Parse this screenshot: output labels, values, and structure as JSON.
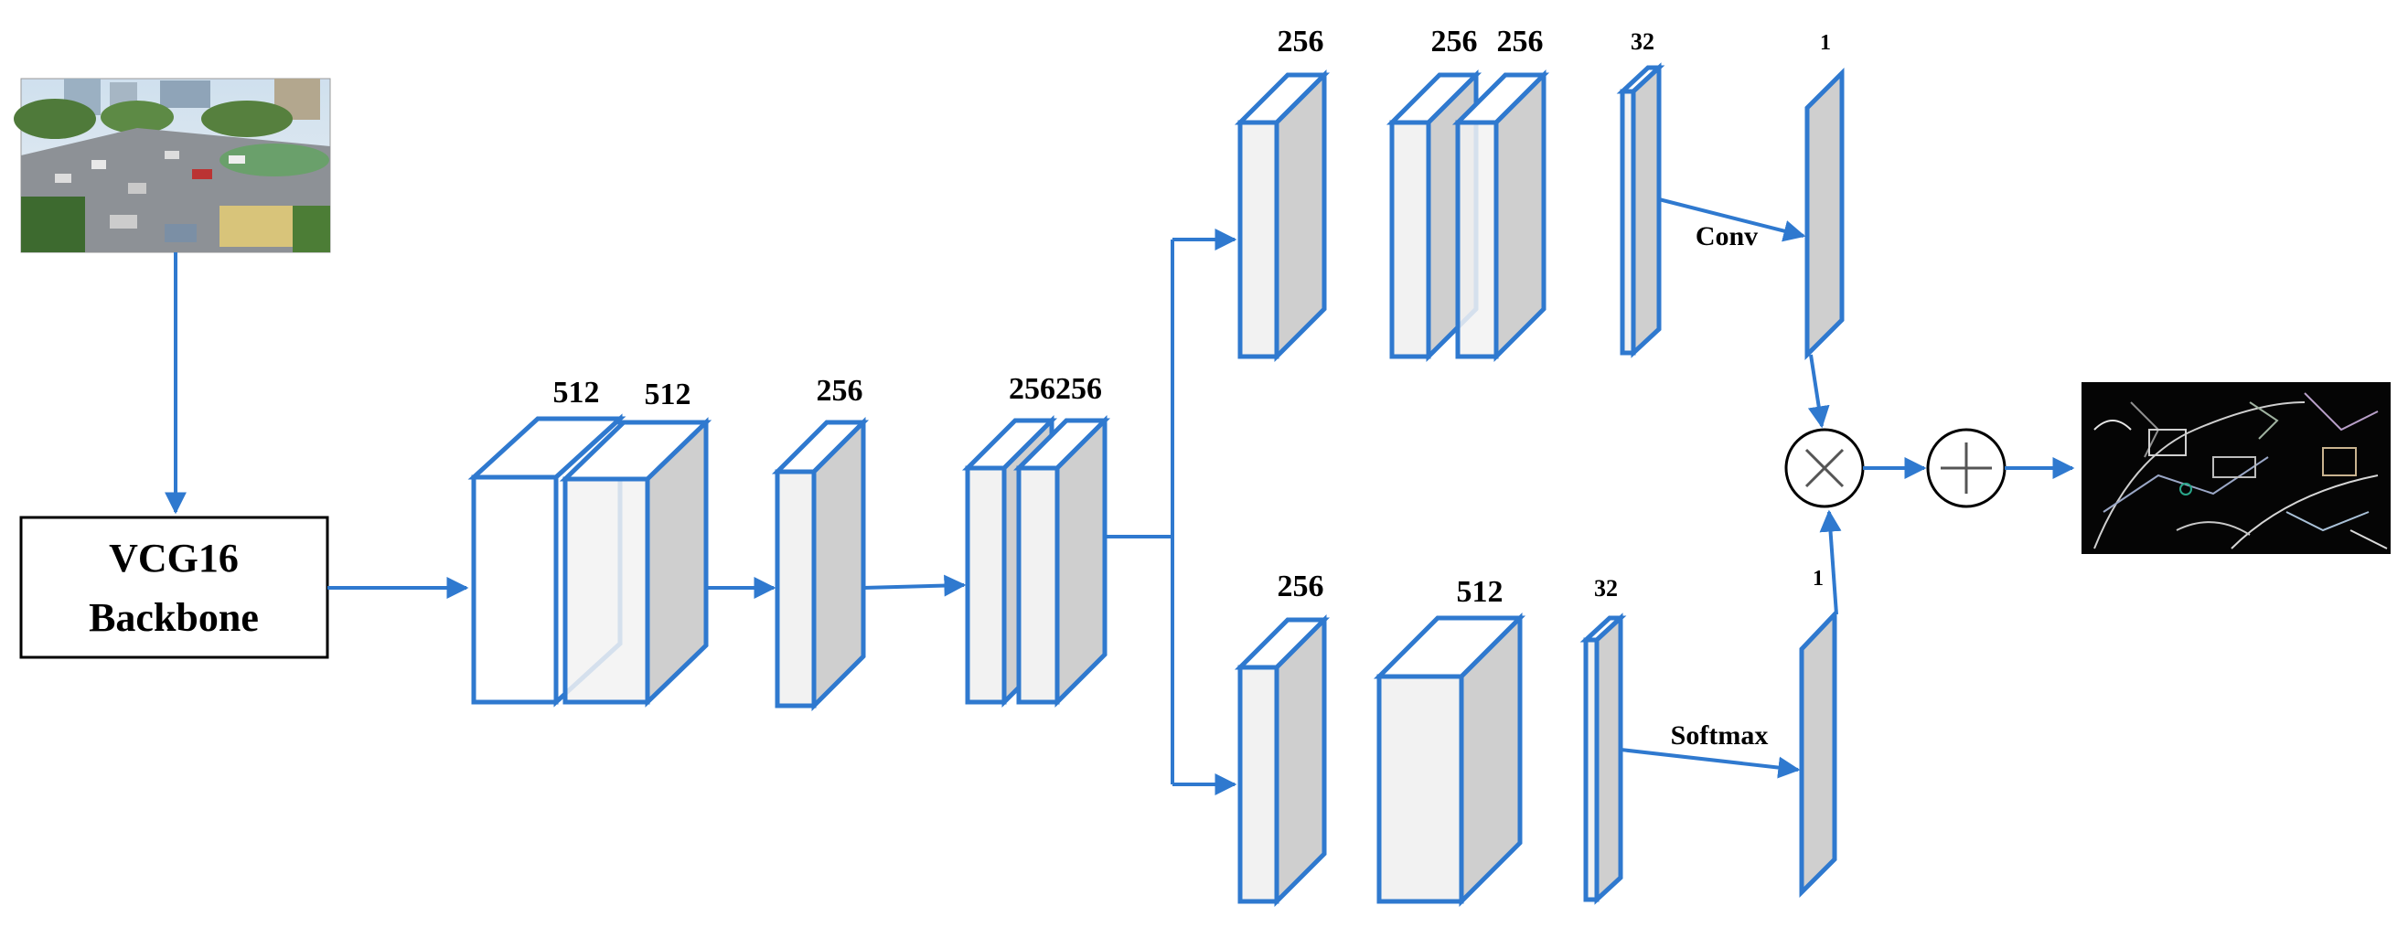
{
  "backbone": {
    "line1": "VCG16",
    "line2": "Backbone"
  },
  "main": {
    "block1_label_a": "512",
    "block1_label_b": "512",
    "block2_label": "256",
    "block3_label": "256256"
  },
  "top_branch": {
    "block1_label": "256",
    "block2_label_a": "256",
    "block2_label_b": "256",
    "block3_label": "32",
    "block4_label": "1",
    "op_label": "Conv"
  },
  "bottom_branch": {
    "block1_label": "256",
    "block2_label": "512",
    "block3_label": "32",
    "block4_label": "1",
    "op_label": "Softmax"
  },
  "operators": {
    "multiply": "×",
    "add": "+"
  },
  "colors": {
    "wire": "#2f79cf",
    "face": "#f2f2f2",
    "side": "#cfcfcf"
  },
  "images": {
    "input": "traffic-scene-photo",
    "output": "edge-density-map"
  }
}
